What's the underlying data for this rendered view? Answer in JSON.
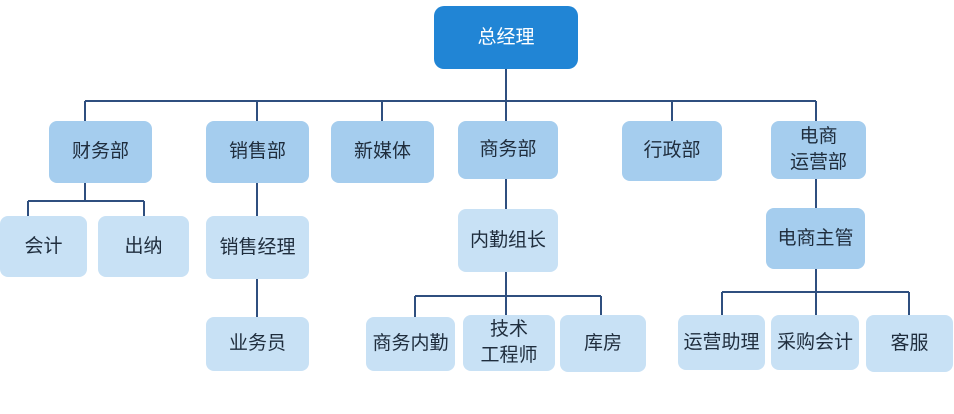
{
  "org_chart": {
    "top": "总经理",
    "departments": {
      "finance": "财务部",
      "sales": "销售部",
      "new_media": "新媒体",
      "business": "商务部",
      "admin": "行政部",
      "ecommerce_ops": "电商\n运营部"
    },
    "roles": {
      "accountant": "会计",
      "cashier": "出纳",
      "sales_manager": "销售经理",
      "salesman": "业务员",
      "inner_team_lead": "内勤组长",
      "business_inner": "商务内勤",
      "tech_engineer": "技术\n工程师",
      "storage": "库房",
      "ecommerce_lead": "电商主管",
      "ops_assistant": "运营助理",
      "procurement_accountant": "采购会计",
      "customer_service": "客服"
    }
  }
}
